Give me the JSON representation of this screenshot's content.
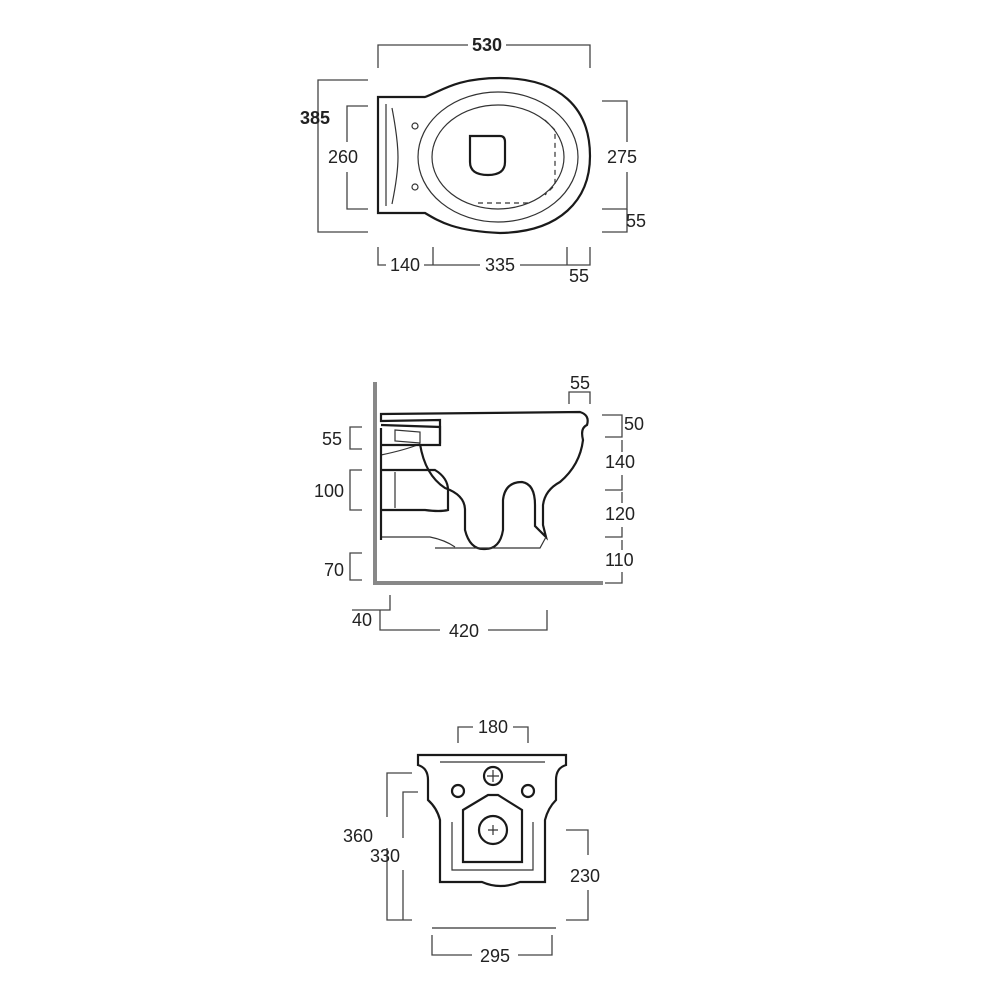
{
  "top_view": {
    "overall_width": "530",
    "overall_depth": "385",
    "inner_depth": "260",
    "bowl_depth": "275",
    "rim_offset": "55",
    "rear_length": "140",
    "bowl_length": "335",
    "front_overhang": "55"
  },
  "side_view": {
    "rim_overhang": "55",
    "rim_height": "50",
    "upper_depth": "140",
    "lower_depth": "120",
    "base_height": "110",
    "inlet_height": "55",
    "outlet_height": "100",
    "floor_clearance": "70",
    "wall_gap": "40",
    "projection": "420"
  },
  "rear_view": {
    "fixing_spacing": "180",
    "total_height": "360",
    "body_height": "330",
    "outlet_height": "230",
    "base_width": "295"
  },
  "colors": {
    "line": "#1a1a1a",
    "wall": "#888888",
    "dimension": "#444444"
  }
}
